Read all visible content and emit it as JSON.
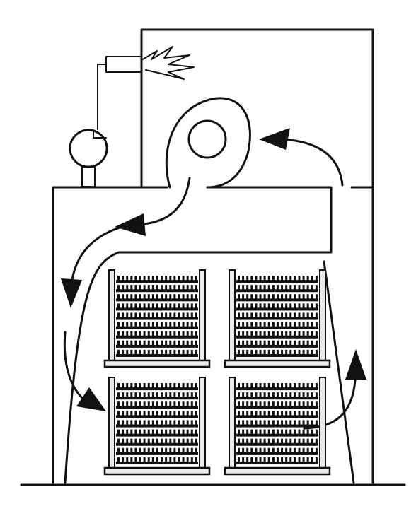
{
  "diagram": {
    "stroke_color": "#111111",
    "fill_color": "#ffffff",
    "components": [
      "burner-icon",
      "fuel-pump-icon",
      "circulation-fan-icon",
      "drying-rack-icon",
      "airflow-arrow-icon"
    ],
    "racks": [
      {
        "position": "upper-left"
      },
      {
        "position": "upper-right"
      },
      {
        "position": "lower-left"
      },
      {
        "position": "lower-right"
      }
    ]
  }
}
